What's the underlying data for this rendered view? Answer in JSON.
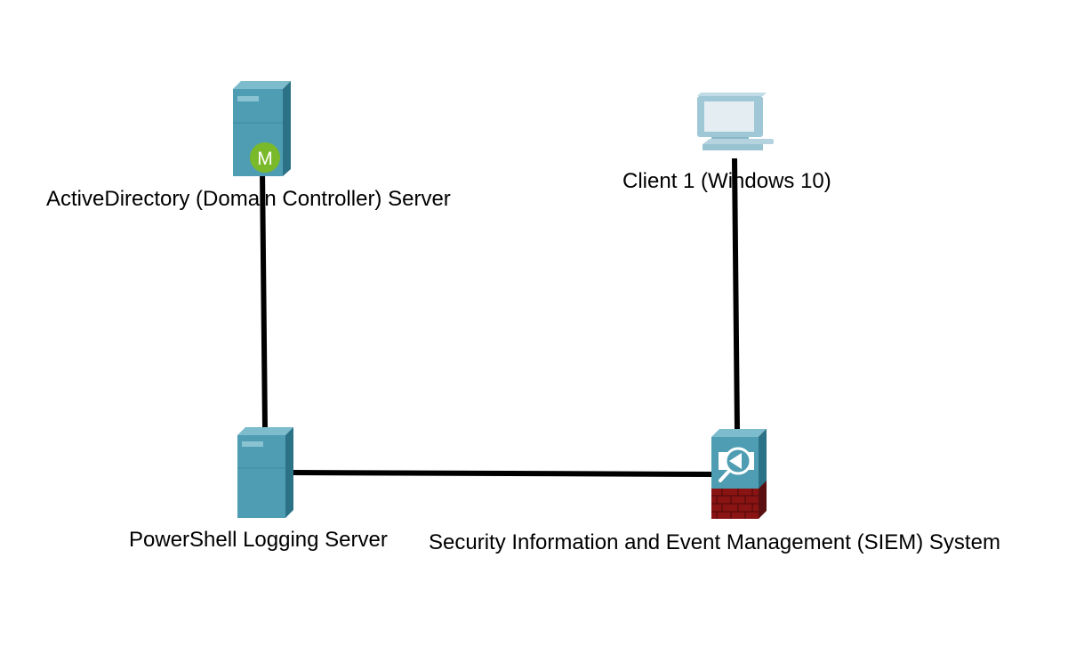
{
  "diagram": {
    "nodes": [
      {
        "id": "ad-server",
        "label": "ActiveDirectory (Domain Controller) Server",
        "icon": "server-icon",
        "badge": "M",
        "badge_color": "#7ab92a"
      },
      {
        "id": "client1",
        "label": "Client 1 (Windows 10)",
        "icon": "pc-icon"
      },
      {
        "id": "ps-server",
        "label": "PowerShell Logging Server",
        "icon": "server-icon"
      },
      {
        "id": "siem",
        "label": "Security Information and Event Management (SIEM) System",
        "icon": "firewall-ids-icon"
      }
    ],
    "edges": [
      {
        "from": "ad-server",
        "to": "ps-server"
      },
      {
        "from": "ps-server",
        "to": "siem"
      },
      {
        "from": "client1",
        "to": "siem"
      }
    ],
    "colors": {
      "device_front": "#4f9db3",
      "device_side": "#2c7287",
      "device_top": "#7cbccd",
      "brick": "#8a1414",
      "link": "#000000"
    }
  }
}
